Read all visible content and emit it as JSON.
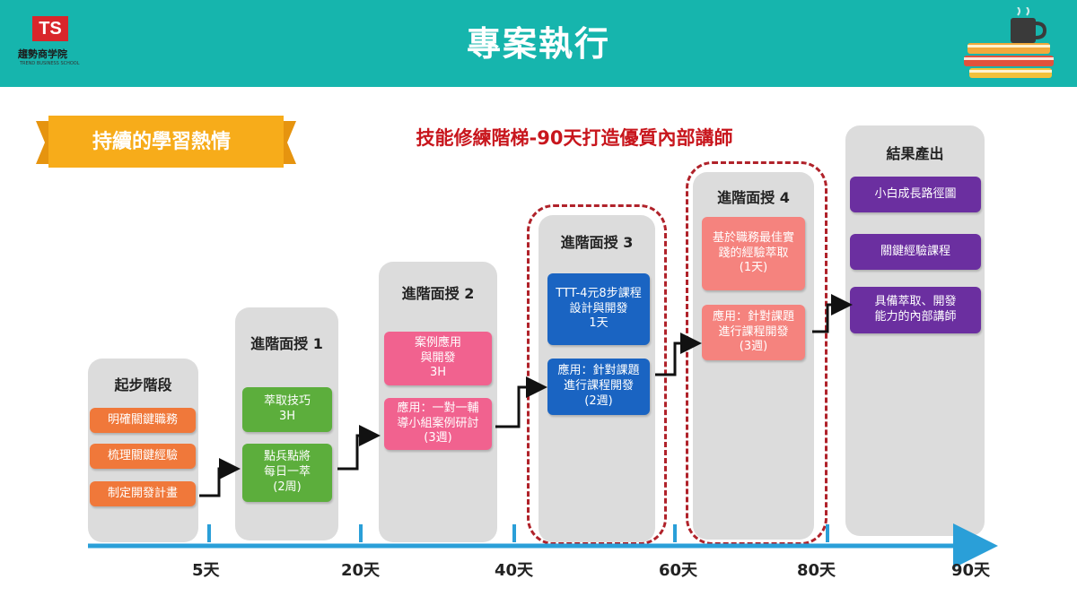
{
  "header": {
    "logo_mark": "TS",
    "logo_name": "趨勢商学院",
    "logo_sub": "TREND BUSINESS SCHOOL",
    "title": "專案執行"
  },
  "banner": {
    "text": "持續的學習熱情"
  },
  "subtitle": "技能修練階梯-90天打造優質內部講師",
  "stages": [
    {
      "title": "起步階段",
      "items": [
        "明確關鍵職務",
        "梳理關鍵經驗",
        "制定開發計畫"
      ]
    },
    {
      "title": "進階面授 1",
      "items": [
        "萃取技巧\n3H",
        "點兵點將\n每日一萃\n(2周)"
      ]
    },
    {
      "title": "進階面授 2",
      "items": [
        "案例應用\n與開發\n3H",
        "應用：一對一輔\n導小組案例研討\n(3週)"
      ]
    },
    {
      "title": "進階面授 3",
      "items": [
        "TTT-4元8步課程\n設計與開發\n1天",
        "應用：針對課題\n進行課程開發\n(2週)"
      ]
    },
    {
      "title": "進階面授 4",
      "items": [
        "基於職務最佳實\n踐的經驗萃取\n(1天)",
        "應用：針對課題\n進行課程開發\n(3週)"
      ]
    },
    {
      "title": "結果產出",
      "items": [
        "小白成長路徑圖",
        "關鍵經驗課程",
        "具備萃取、開發\n能力的內部講師"
      ]
    }
  ],
  "timeline": {
    "ticks": [
      "5天",
      "20天",
      "40天",
      "60天",
      "80天",
      "90天"
    ]
  },
  "colors": {
    "header": "#16b5ad",
    "orange": "#f0783a",
    "green": "#5cae3c",
    "pink": "#f1628f",
    "blue": "#1a64c2",
    "salmon": "#f5837e",
    "purple": "#6b2fa0",
    "axis": "#2a9fd8",
    "dash": "#b0222a"
  }
}
